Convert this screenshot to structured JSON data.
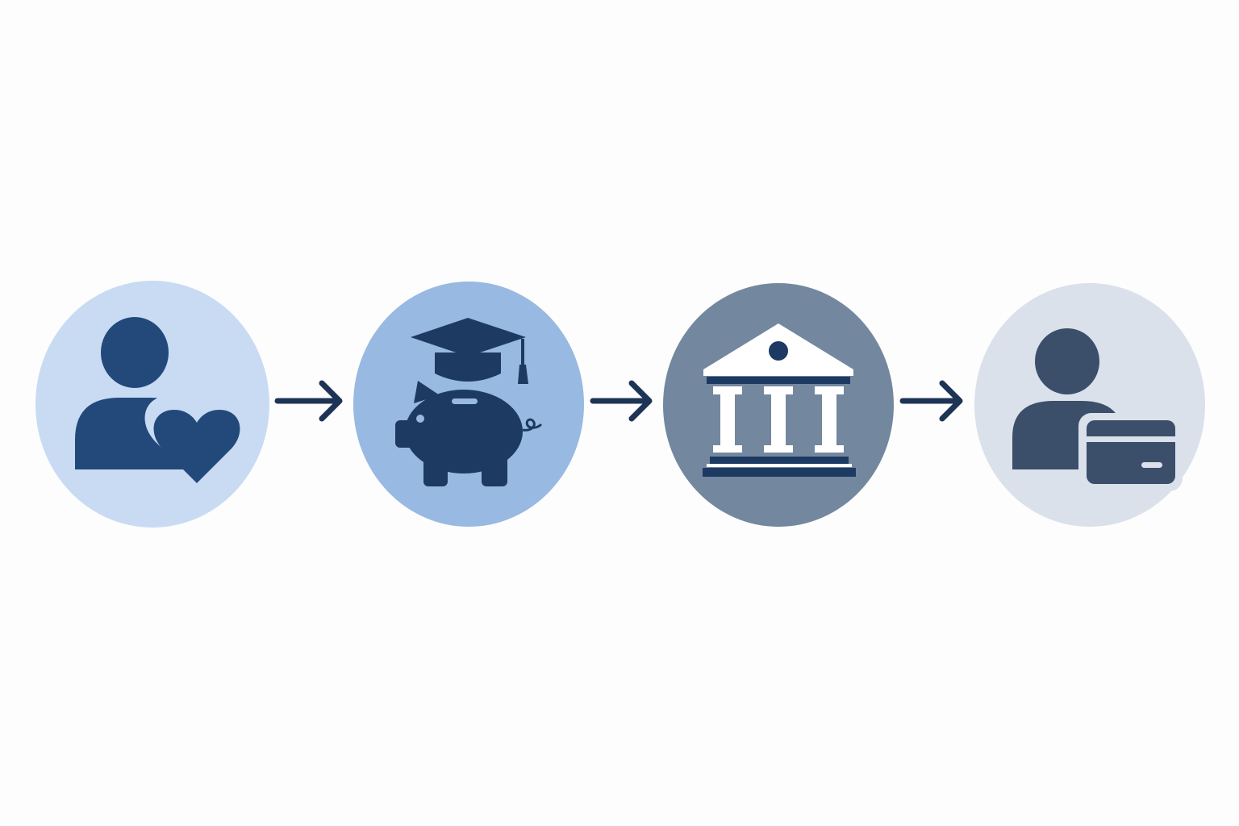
{
  "colors": {
    "background": "#fdfdfd",
    "icon_dark": "#22497a",
    "icon_navy": "#1d3a63",
    "icon_slate": "#3b4f6b",
    "arrow": "#1e3456",
    "white": "#ffffff"
  },
  "steps": [
    {
      "icon": "person-heart-icon",
      "circle_color": "#c8dbf3"
    },
    {
      "icon": "piggy-bank-graduation-cap-icon",
      "circle_color": "#98b9e1"
    },
    {
      "icon": "bank-building-icon",
      "circle_color": "#73879f"
    },
    {
      "icon": "person-credit-card-icon",
      "circle_color": "#dbe1ea"
    }
  ],
  "arrows": [
    {
      "from": 0,
      "to": 1
    },
    {
      "from": 1,
      "to": 2
    },
    {
      "from": 2,
      "to": 3
    }
  ]
}
